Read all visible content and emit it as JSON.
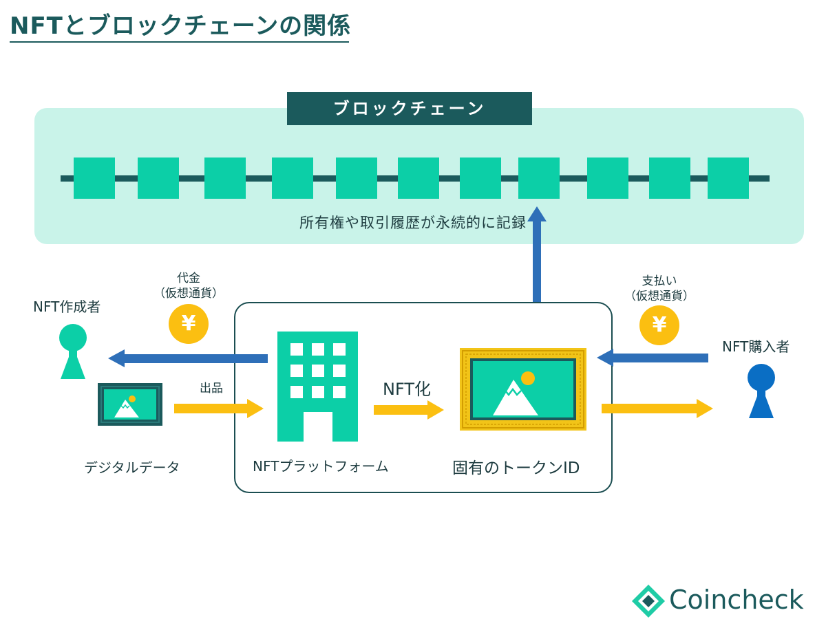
{
  "title": "NFTとブロックチェーンの関係",
  "blockchain": {
    "header": "ブロックチェーン",
    "caption": "所有権や取引履歴が永続的に記録",
    "block_count": 11
  },
  "creator": {
    "label": "NFT作成者"
  },
  "payment_to_creator": {
    "line1": "代金",
    "line2": "（仮想通貨）",
    "coin_symbol": "¥"
  },
  "digital_data": {
    "label": "デジタルデータ",
    "listing_label": "出品"
  },
  "platform": {
    "label": "NFTプラットフォーム",
    "tokenize_label": "NFT化"
  },
  "token": {
    "label": "固有のトークンID"
  },
  "buyer": {
    "label": "NFT購入者"
  },
  "payment_from_buyer": {
    "line1": "支払い",
    "line2": "（仮想通貨）",
    "coin_symbol": "¥"
  },
  "logo": {
    "text": "Coincheck"
  },
  "colors": {
    "dark_teal": "#1b5a5c",
    "mint": "#0ccfa7",
    "panel_bg": "#c9f3e9",
    "arrow_blue": "#2e6fb8",
    "arrow_yellow": "#fbbf11",
    "buyer_blue": "#0a6ec4"
  }
}
